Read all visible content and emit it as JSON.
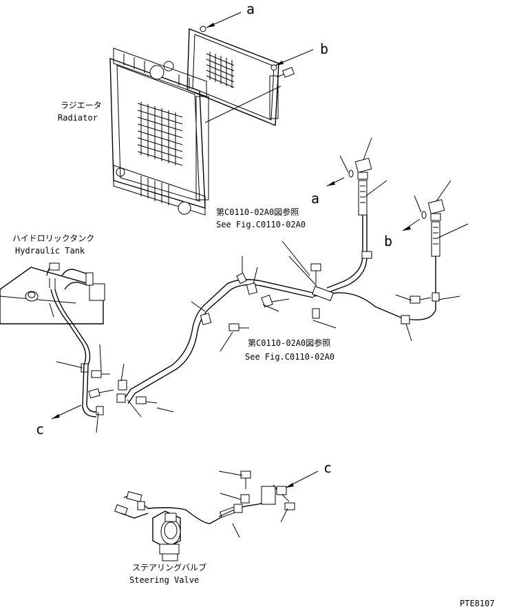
{
  "labels": {
    "a_top": "a",
    "b_top": "b",
    "a_mid": "a",
    "b_mid": "b",
    "c_left": "c",
    "c_right": "c",
    "radiator_jp": "ラジエータ",
    "radiator_en": "Radiator",
    "hyd_tank_jp": "ハイドロリックタンク",
    "hyd_tank_en": "Hydraulic Tank",
    "see_fig1_jp": "第C0110-02A0図参照",
    "see_fig1_en": "See Fig.C0110-02A0",
    "see_fig2_jp": "第C0110-02A0図参照",
    "see_fig2_en": "See Fig.C0110-02A0",
    "steering_jp": "ステアリングバルブ",
    "steering_en": "Steering Valve",
    "drawing_code": "PTE8107"
  }
}
